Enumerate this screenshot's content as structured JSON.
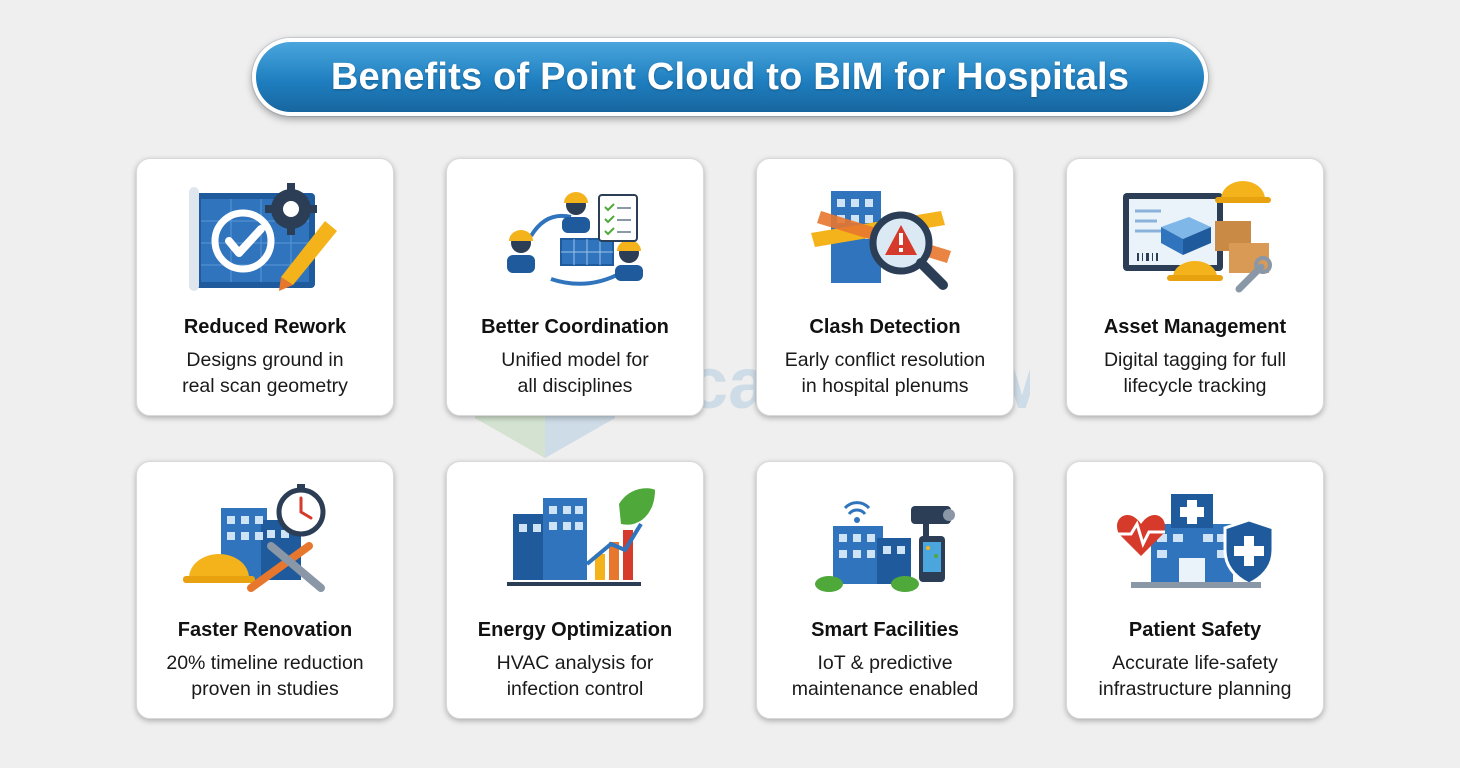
{
  "title": "Benefits of Point Cloud to BIM for Hospitals",
  "cards": [
    {
      "heading": "Reduced Rework",
      "line1": "Designs ground in",
      "line2": "real scan geometry",
      "icon": "blueprint-gear-icon"
    },
    {
      "heading": "Better Coordination",
      "line1": "Unified model for",
      "line2": "all disciplines",
      "icon": "team-coordination-icon"
    },
    {
      "heading": "Clash Detection",
      "line1": "Early conflict resolution",
      "line2": "in hospital plenums",
      "icon": "clash-magnifier-icon"
    },
    {
      "heading": "Asset Management",
      "line1": "Digital tagging for full",
      "line2": "lifecycle tracking",
      "icon": "asset-monitor-icon"
    },
    {
      "heading": "Faster Renovation",
      "line1": "20% timeline reduction",
      "line2": "proven in studies",
      "icon": "renovation-stopwatch-icon"
    },
    {
      "heading": "Energy Optimization",
      "line1": "HVAC analysis for",
      "line2": "infection control",
      "icon": "energy-chart-icon"
    },
    {
      "heading": "Smart Facilities",
      "line1": "IoT & predictive",
      "line2": "maintenance enabled",
      "icon": "smart-building-icon"
    },
    {
      "heading": "Patient Safety",
      "line1": "Accurate life-safety",
      "line2": "infrastructure planning",
      "icon": "hospital-shield-icon"
    }
  ],
  "watermark_text": "Scan to BIM",
  "colors": {
    "title_blue": "#1f7fc0",
    "icon_blue": "#1e5a9c",
    "helmet_yellow": "#f5b31b",
    "accent_orange": "#e8772e",
    "alert_red": "#d63a2a",
    "leaf_green": "#4fa83a"
  }
}
